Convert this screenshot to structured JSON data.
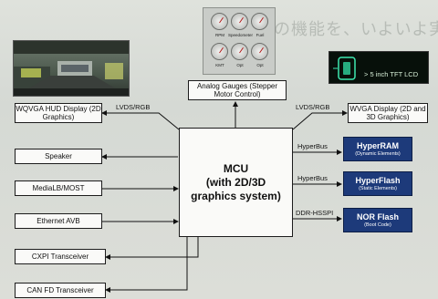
{
  "background_text": "の機能を、いよいよ実現が問題の取り組み",
  "gauges": {
    "labels": [
      "RPM",
      "Speedometer",
      "Fuel",
      "KMT",
      "Opt",
      "Opt"
    ]
  },
  "photos": {
    "hud_photo": "",
    "lcd_text": "> 5 inch TFT LCD"
  },
  "nodes": {
    "analog_gauges": "Analog Gauges (Stepper Motor Control)",
    "hud": "WQVGA HUD Display (2D Graphics)",
    "wvga": "WVGA Display (2D and 3D Graphics)",
    "mcu_line1": "MCU",
    "mcu_line2": "(with 2D/3D",
    "mcu_line3": "graphics system)",
    "speaker": "Speaker",
    "medialb": "MediaLB/MOST",
    "ethernet": "Ethernet AVB",
    "cxpi": "CXPI Transceiver",
    "canfd": "CAN FD Transceiver"
  },
  "memories": {
    "hyperram_title": "HyperRAM",
    "hyperram_sub": "(Dynamic Elements)",
    "hyperflash_title": "HyperFlash",
    "hyperflash_sub": "(Static Elements)",
    "nor_title": "NOR Flash",
    "nor_sub": "(Boot Code)"
  },
  "edges": {
    "lvds_left": "LVDS/RGB",
    "lvds_right": "LVDS/RGB",
    "hyperbus_1": "HyperBus",
    "hyperbus_2": "HyperBus",
    "ddr_hsspi": "DDR-HSSPI"
  },
  "colors": {
    "memory_fill": "#1d3a7a",
    "box_fill": "#fafaf8",
    "background": "#d7dbd6"
  }
}
